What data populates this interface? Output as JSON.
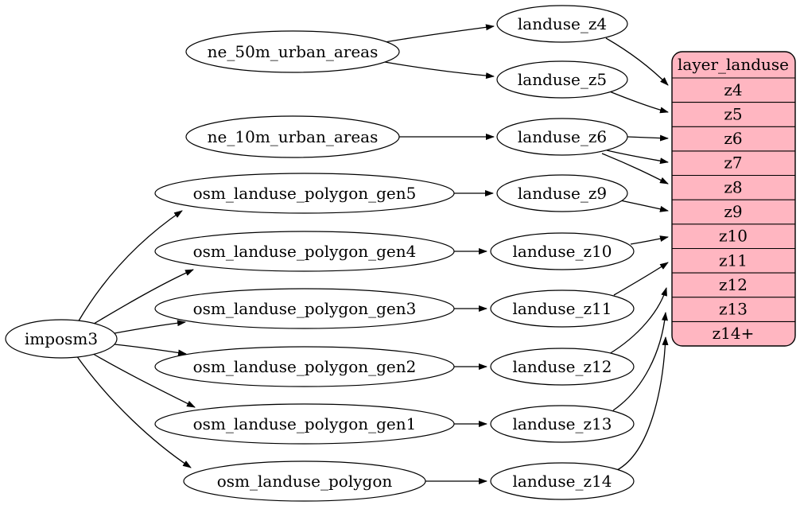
{
  "diagram": {
    "type": "graphviz-digraph",
    "background_color": "#ffffff",
    "node_fill": "#ffffff",
    "node_stroke": "#000000",
    "edge_color": "#000000",
    "table_fill": "#ffb6c1",
    "nodes": {
      "imposm3": {
        "label": "imposm3",
        "shape": "ellipse"
      },
      "ne_50m_urban_areas": {
        "label": "ne_50m_urban_areas",
        "shape": "ellipse"
      },
      "ne_10m_urban_areas": {
        "label": "ne_10m_urban_areas",
        "shape": "ellipse"
      },
      "osm_landuse_polygon_gen5": {
        "label": "osm_landuse_polygon_gen5",
        "shape": "ellipse"
      },
      "osm_landuse_polygon_gen4": {
        "label": "osm_landuse_polygon_gen4",
        "shape": "ellipse"
      },
      "osm_landuse_polygon_gen3": {
        "label": "osm_landuse_polygon_gen3",
        "shape": "ellipse"
      },
      "osm_landuse_polygon_gen2": {
        "label": "osm_landuse_polygon_gen2",
        "shape": "ellipse"
      },
      "osm_landuse_polygon_gen1": {
        "label": "osm_landuse_polygon_gen1",
        "shape": "ellipse"
      },
      "osm_landuse_polygon": {
        "label": "osm_landuse_polygon",
        "shape": "ellipse"
      },
      "landuse_z4": {
        "label": "landuse_z4",
        "shape": "ellipse"
      },
      "landuse_z5": {
        "label": "landuse_z5",
        "shape": "ellipse"
      },
      "landuse_z6": {
        "label": "landuse_z6",
        "shape": "ellipse"
      },
      "landuse_z9": {
        "label": "landuse_z9",
        "shape": "ellipse"
      },
      "landuse_z10": {
        "label": "landuse_z10",
        "shape": "ellipse"
      },
      "landuse_z11": {
        "label": "landuse_z11",
        "shape": "ellipse"
      },
      "landuse_z12": {
        "label": "landuse_z12",
        "shape": "ellipse"
      },
      "landuse_z13": {
        "label": "landuse_z13",
        "shape": "ellipse"
      },
      "landuse_z14": {
        "label": "landuse_z14",
        "shape": "ellipse"
      }
    },
    "table": {
      "title": "layer_landuse",
      "fill": "#ffb6c1",
      "rows": [
        "z4",
        "z5",
        "z6",
        "z7",
        "z8",
        "z9",
        "z10",
        "z11",
        "z12",
        "z13",
        "z14+"
      ]
    },
    "edges": [
      {
        "from": "imposm3",
        "to": "osm_landuse_polygon_gen5"
      },
      {
        "from": "imposm3",
        "to": "osm_landuse_polygon_gen4"
      },
      {
        "from": "imposm3",
        "to": "osm_landuse_polygon_gen3"
      },
      {
        "from": "imposm3",
        "to": "osm_landuse_polygon_gen2"
      },
      {
        "from": "imposm3",
        "to": "osm_landuse_polygon_gen1"
      },
      {
        "from": "imposm3",
        "to": "osm_landuse_polygon"
      },
      {
        "from": "ne_50m_urban_areas",
        "to": "landuse_z4"
      },
      {
        "from": "ne_50m_urban_areas",
        "to": "landuse_z5"
      },
      {
        "from": "ne_10m_urban_areas",
        "to": "landuse_z6"
      },
      {
        "from": "osm_landuse_polygon_gen5",
        "to": "landuse_z9"
      },
      {
        "from": "osm_landuse_polygon_gen4",
        "to": "landuse_z10"
      },
      {
        "from": "osm_landuse_polygon_gen3",
        "to": "landuse_z11"
      },
      {
        "from": "osm_landuse_polygon_gen2",
        "to": "landuse_z12"
      },
      {
        "from": "osm_landuse_polygon_gen1",
        "to": "landuse_z13"
      },
      {
        "from": "osm_landuse_polygon",
        "to": "landuse_z14"
      },
      {
        "from": "landuse_z4",
        "to": "layer_landuse:z4"
      },
      {
        "from": "landuse_z5",
        "to": "layer_landuse:z5"
      },
      {
        "from": "landuse_z6",
        "to": "layer_landuse:z6"
      },
      {
        "from": "landuse_z6",
        "to": "layer_landuse:z7"
      },
      {
        "from": "landuse_z6",
        "to": "layer_landuse:z8"
      },
      {
        "from": "landuse_z9",
        "to": "layer_landuse:z9"
      },
      {
        "from": "landuse_z10",
        "to": "layer_landuse:z10"
      },
      {
        "from": "landuse_z11",
        "to": "layer_landuse:z11"
      },
      {
        "from": "landuse_z12",
        "to": "layer_landuse:z12"
      },
      {
        "from": "landuse_z13",
        "to": "layer_landuse:z13"
      },
      {
        "from": "landuse_z14",
        "to": "layer_landuse:z14+"
      }
    ]
  }
}
